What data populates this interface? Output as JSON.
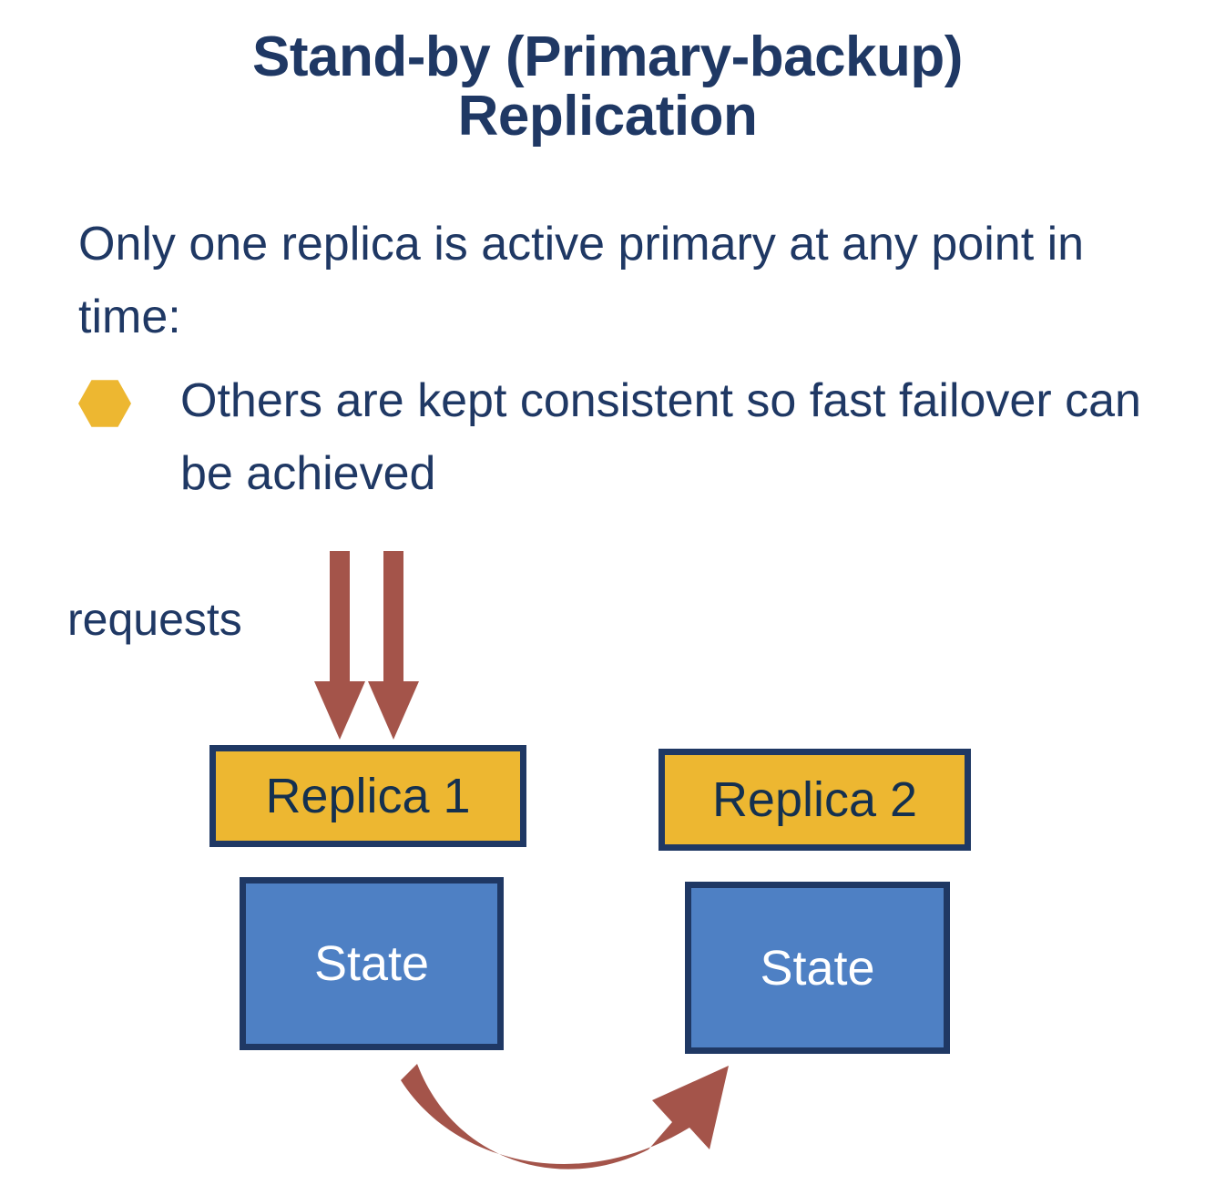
{
  "slide": {
    "title": "Stand-by (Primary-backup)\nReplication",
    "background_color": "#ffffff",
    "text_color": "#1f3864"
  },
  "body": {
    "bullet_level1": "Only one replica is active primary at any point in time:",
    "bullet_level2": {
      "marker_icon": "hexagon-bullet-icon",
      "marker_color": "#edb731",
      "text": "Others are kept consistent so fast failover can be achieved"
    }
  },
  "diagram": {
    "requests_label": "requests",
    "nodes": [
      {
        "id": "replica1",
        "label": "Replica 1",
        "fill": "#edb731",
        "border": "#1f3864",
        "text_color": "#14304f"
      },
      {
        "id": "replica2",
        "label": "Replica 2",
        "fill": "#edb731",
        "border": "#1f3864",
        "text_color": "#14304f"
      },
      {
        "id": "state1",
        "label": "State",
        "fill": "#4e80c4",
        "border": "#1f3864",
        "text_color": "#ffffff"
      },
      {
        "id": "state2",
        "label": "State",
        "fill": "#4e80c4",
        "border": "#1f3864",
        "text_color": "#ffffff"
      }
    ],
    "arrows": [
      {
        "id": "request-arrow-1",
        "name": "request-arrow-down-left",
        "color": "#a4544a",
        "direction": "down"
      },
      {
        "id": "request-arrow-2",
        "name": "request-arrow-down-right",
        "color": "#a4544a",
        "direction": "down"
      },
      {
        "id": "replication-arrow",
        "name": "state-replication-arrow",
        "color": "#a4544a",
        "direction": "curved-right-up"
      }
    ],
    "arrow_color": "#a4544a"
  }
}
